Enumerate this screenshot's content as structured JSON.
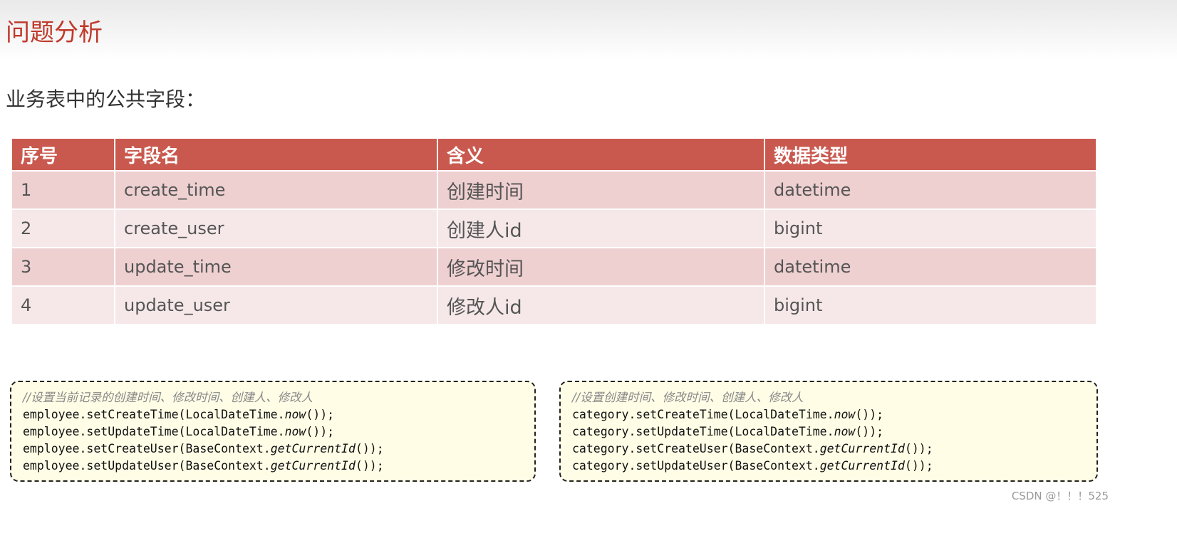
{
  "title": "问题分析",
  "subtitle": "业务表中的公共字段：",
  "table": {
    "headers": [
      "序号",
      "字段名",
      "含义",
      "数据类型"
    ],
    "rows": [
      [
        "1",
        "create_time",
        "创建时间",
        "datetime"
      ],
      [
        "2",
        "create_user",
        "创建人id",
        "bigint"
      ],
      [
        "3",
        "update_time",
        "修改时间",
        "datetime"
      ],
      [
        "4",
        "update_user",
        "修改人id",
        "bigint"
      ]
    ]
  },
  "code_left": {
    "comment": "//设置当前记录的创建时间、修改时间、创建人、修改人",
    "lines": [
      [
        "employee.setCreateTime(LocalDateTime.",
        "now",
        "());"
      ],
      [
        "employee.setUpdateTime(LocalDateTime.",
        "now",
        "());"
      ],
      [
        "employee.setCreateUser(BaseContext.",
        "getCurrentId",
        "());"
      ],
      [
        "employee.setUpdateUser(BaseContext.",
        "getCurrentId",
        "());"
      ]
    ]
  },
  "code_right": {
    "comment": "//设置创建时间、修改时间、创建人、修改人",
    "lines": [
      [
        "category.setCreateTime(LocalDateTime.",
        "now",
        "());"
      ],
      [
        "category.setUpdateTime(LocalDateTime.",
        "now",
        "());"
      ],
      [
        "category.setCreateUser(BaseContext.",
        "getCurrentId",
        "());"
      ],
      [
        "category.setUpdateUser(BaseContext.",
        "getCurrentId",
        "());"
      ]
    ]
  },
  "watermark": "CSDN @！！！525"
}
